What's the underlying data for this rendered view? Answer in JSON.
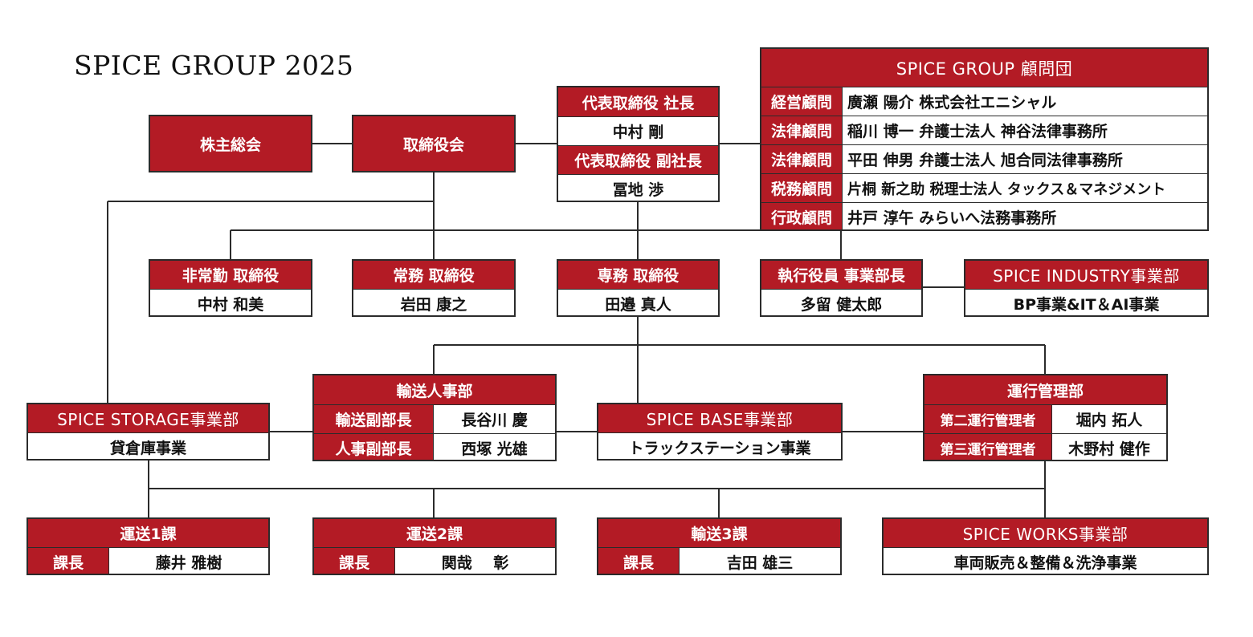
{
  "title": "SPICE  GROUP 2025",
  "top": {
    "shareholders": "株主総会",
    "board": "取締役会",
    "president_role": "代表取締役  社長",
    "president_name": "中村  剛",
    "vice_role": "代表取締役  副社長",
    "vice_name": "冨地  渉"
  },
  "advisors": {
    "header": "SPICE  GROUP  顧問団",
    "rows": [
      {
        "role": "経営顧問",
        "detail": "廣瀬  陽介  株式会社エニシャル"
      },
      {
        "role": "法律顧問",
        "detail": "稲川  博一  弁護士法人  神谷法律事務所"
      },
      {
        "role": "法律顧問",
        "detail": "平田  伸男  弁護士法人  旭合同法律事務所"
      },
      {
        "role": "税務顧問",
        "detail": "片桐  新之助  税理士法人  タックス＆マネジメント"
      },
      {
        "role": "行政顧問",
        "detail": "井戸  淳午  みらいへ法務事務所"
      }
    ]
  },
  "directors": {
    "nonexec_role": "非常勤  取締役",
    "nonexec_name": "中村  和美",
    "managing_role": "常務  取締役",
    "managing_name": "岩田  康之",
    "senior_role": "専務  取締役",
    "senior_name": "田邉  真人",
    "officer_role": "執行役員  事業部長",
    "officer_name": "多留  健太郎"
  },
  "industry": {
    "header": "SPICE  INDUSTRY事業部",
    "body": "BP事業&IT＆AI事業"
  },
  "storage": {
    "header": "SPICE  STORAGE事業部",
    "body": "貸倉庫事業"
  },
  "transport_hr": {
    "header": "輸送人事部",
    "rows": [
      {
        "role": "輸送副部長",
        "name": "長谷川  慶"
      },
      {
        "role": "人事副部長",
        "name": "西塚  光雄"
      }
    ]
  },
  "base": {
    "header": "SPICE  BASE事業部",
    "body": "トラックステーション事業"
  },
  "operations": {
    "header": "運行管理部",
    "rows": [
      {
        "role": "第二運行管理者",
        "name": "堀内  拓人"
      },
      {
        "role": "第三運行管理者",
        "name": "木野村  健作"
      }
    ]
  },
  "sections": [
    {
      "header": "運送1課",
      "role": "課長",
      "name": "藤井  雅樹"
    },
    {
      "header": "運送2課",
      "role": "課長",
      "name": "関哉    彰"
    },
    {
      "header": "輸送3課",
      "role": "課長",
      "name": "吉田  雄三"
    }
  ],
  "works": {
    "header": "SPICE  WORKS事業部",
    "body": "車両販売＆整備＆洗浄事業"
  },
  "colors": {
    "accent": "#b31b25",
    "line": "#2b2b2b"
  }
}
